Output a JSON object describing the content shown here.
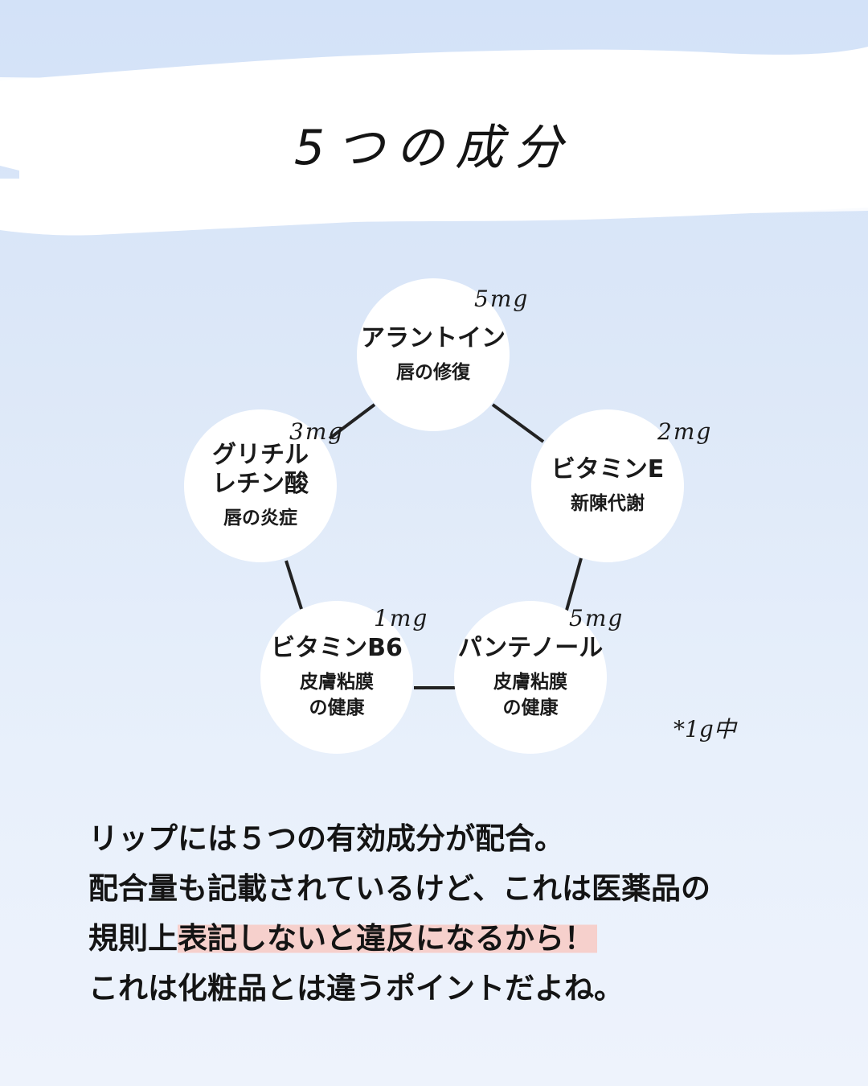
{
  "title": "5つの成分",
  "ingredients": [
    {
      "name": "アラントイン",
      "effect": "唇の修復",
      "amount": "5mg"
    },
    {
      "name": "ビタミンE",
      "effect": "新陳代謝",
      "amount": "2mg"
    },
    {
      "name": "パンテノール",
      "effect": "皮膚粘膜\nの健康",
      "amount": "5mg"
    },
    {
      "name": "ビタミンB6",
      "effect": "皮膚粘膜\nの健康",
      "amount": "1mg"
    },
    {
      "name": "グリチル\nレチン酸",
      "effect": "唇の炎症",
      "amount": "3mg"
    }
  ],
  "note": "*1g中",
  "body": {
    "line1": "リップには５つの有効成分が配合。",
    "line2": "配合量も記載されているけど、これは医薬品の",
    "line3_pre": "規則上",
    "line3_highlight": "表記しないと違反になるから！",
    "line4": "これは化粧品とは違うポイントだよね。"
  },
  "colors": {
    "background_top": "#d3e2f8",
    "background_bottom": "#eef3fc",
    "brush": "#ffffff",
    "highlight": "#f6d0cc",
    "text": "#141414"
  }
}
